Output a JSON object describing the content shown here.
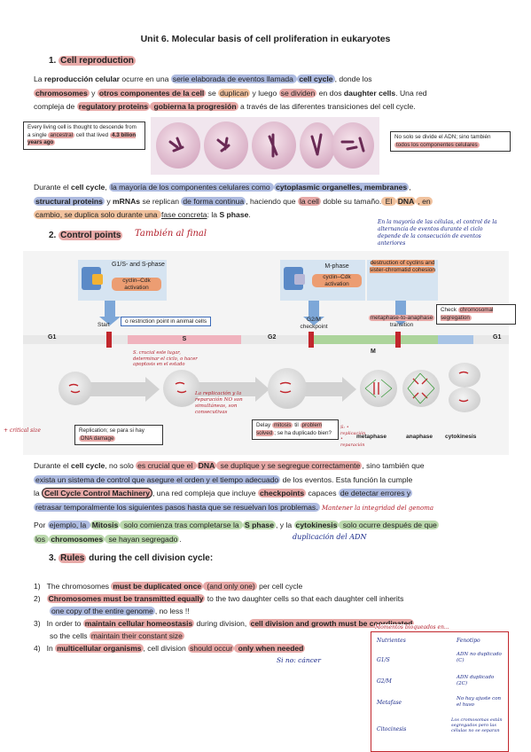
{
  "title": "Unit 6. Molecular basis of cell proliferation in eukaryotes",
  "section1": {
    "num": "1.",
    "heading": "Cell reproduction"
  },
  "p1": {
    "a": "La ",
    "b": "reproducción celular",
    "c": " ocurre en una ",
    "d": "serie elaborada de eventos llamada ",
    "e": "cell cycle",
    "f": ", donde los",
    "g": "chromosomes",
    "h": " y ",
    "i": "otros componentes de la cell",
    "j": " se ",
    "k": "duplican",
    "l": " y luego ",
    "m": "se dividen",
    "n": " en dos ",
    "o": "daughter cells",
    "p": ". Una red",
    "q": "compleja de ",
    "r": "regulatory proteins",
    "s": " gobierna la progresión",
    "t": " a través de las diferentes transiciones del cell cycle."
  },
  "box_ancestral": {
    "a": "Every living cell is thought to descende from a single ",
    "b": "ancestral",
    "c": " cell that lived ",
    "d": "4.3 bilion years ago"
  },
  "box_adn": {
    "a": "No solo se divide el ADN; sino también ",
    "b": "todos los componentes celulares"
  },
  "p2": {
    "a": "Durante el ",
    "b": "cell cycle",
    "c": ", ",
    "d": "la mayoría de los componentes celulares como ",
    "e": "cytoplasmic organelles, membranes",
    "f": ",",
    "g": "structural proteins",
    "h": " y ",
    "i": "mRNAs",
    "j": " se replican ",
    "k": "de forma continua",
    "l": ", haciendo que ",
    "m": "la cell",
    "n": " doble su tamaño.",
    "o": " El ",
    "p": "DNA",
    "q": ", en",
    "r": "cambio, se duplica solo durante una ",
    "s": "fase concreta",
    "t": ": la ",
    "u": "S phase",
    "v": "."
  },
  "section2": {
    "num": "2.",
    "heading": "Control points",
    "note": "También al final"
  },
  "note_top_right": "En la mayoría de las células, el control de la alternancia de eventos durante el ciclo depende de la consecución de eventos anteriores",
  "figure": {
    "g1s_label": "G1/S- and S-phase",
    "g1s_kinase": "cyclin–Cdk activation",
    "mphase_label": "M-phase",
    "mphase_kinase": "cyclin–Cdk activation",
    "destruction": "destruction of cyclins and sister-chromatid cohesion",
    "check": "Check ",
    "check_hl": "chromosomal segregation",
    "start": "Start",
    "restriction": "o restriction point in animal cells",
    "g2m": "G2/M checkpoint",
    "meta_anaphase": "metaphase-to-anaphase",
    "transition": "transition",
    "phases": [
      "G1",
      "S",
      "G2",
      "M",
      "G1"
    ],
    "replication_box": {
      "a": "Replication; se para si hay ",
      "b": "DNA damage"
    },
    "delay_box": {
      "a": "Delay ",
      "b": "mitosis",
      "c": " til ",
      "d": "problem solved",
      "e": "; se ha duplicado bien?"
    },
    "bottom_labels": [
      "metaphase",
      "anaphase",
      "cytokinesis"
    ],
    "hand_left": "+ critical size",
    "hand_start": "S. crucial este lugar, determinar el ciclo, o hacer apoptosis en el estado",
    "hand_mid": "La replicación y la reparación NO son simultáneas, son consecutivas",
    "hand_s": "S: • replicación • reparación"
  },
  "p3": {
    "a": "Durante el ",
    "b": "cell cycle",
    "c": ", no solo ",
    "d": "es crucial que el ",
    "e": "DNA",
    "f": " se duplique y se segregue correctamente",
    "g": ", sino también que",
    "h": "exista un sistema de control que asegure el orden y el tiempo adecuado",
    "i": " de los eventos. Esta función la cumple",
    "j": "la ",
    "k": "Cell Cycle Control Machinery",
    "l": ", una red compleja que incluye ",
    "m": "checkpoints",
    "n": " capaces ",
    "o": "de detectar errores y",
    "p": "retrasar temporalmente  los siguientes pasos hasta que se resuelvan los problemas.",
    "q": "Mantener la integridad del genoma"
  },
  "p4": {
    "a": "Por ",
    "b": "ejemplo, la ",
    "c": "Mitosis",
    "d": " solo comienza tras completarse la ",
    "e": "S phase",
    "f": ", y la ",
    "g": "cytokinesis",
    "h": " solo ocurre después de que",
    "i": "los ",
    "j": "chromosomes",
    "k": " se hayan segregado",
    "l": ".",
    "note": "duplicación del ADN"
  },
  "section3": {
    "num": "3.",
    "heading_hl": "Rules",
    "heading_rest": " during the cell division cycle:"
  },
  "rules": [
    {
      "n": "1)",
      "a": "The chromosomes ",
      "b": "must be duplicated once",
      "c": " (and only one)",
      "d": " per cell cycle"
    },
    {
      "n": "2)",
      "a": "Chromosomes must be transmitted equally",
      "b": " to the two daughter cells so that each daughter cell inherits",
      "c": "one copy of the entire genome",
      "d": ", no less !!"
    },
    {
      "n": "3)",
      "a": "In order to ",
      "b": "maintain cellular homeostasis",
      "c": " during division, ",
      "d": "cell division and growth  must be coordinated",
      "e": "so the cells ",
      "f": "maintain their constant size"
    },
    {
      "n": "4)",
      "a": "In ",
      "b": "multicellular organisms",
      "c": ", cell division ",
      "d": "should occur",
      "e": " only when needed",
      "f": "Si no: cáncer"
    }
  ],
  "hand_table": {
    "header": "Momentos bloqueados en...",
    "rows": [
      {
        "l": "Nutrientes",
        "r": "Fenotipo"
      },
      {
        "l": "G1/S",
        "r": "ADN no duplicado (C)"
      },
      {
        "l": "G2/M",
        "r": "ADN duplicado (2C)"
      },
      {
        "l": "Metafase",
        "r": "No hay ajuste con el huso"
      },
      {
        "l": "Citocinesis",
        "r": "Los cromosomas están segregados pero las células no se separan"
      }
    ]
  }
}
